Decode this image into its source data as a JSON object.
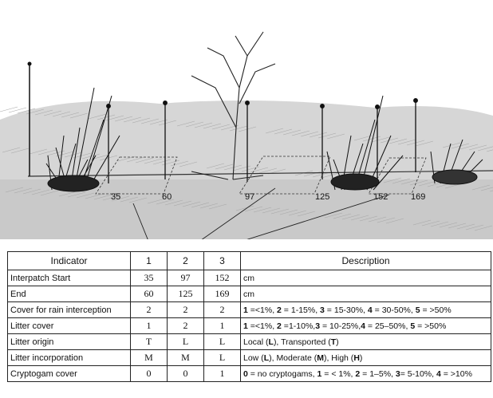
{
  "sketch": {
    "markers": [
      "35",
      "60",
      "97",
      "125",
      "152",
      "169"
    ]
  },
  "table": {
    "headers": [
      "Indicator",
      "1",
      "2",
      "3",
      "Description"
    ],
    "rows": [
      {
        "indicator": "Interpatch Start",
        "v1": "35",
        "v2": "97",
        "v3": "152",
        "desc_html": "cm"
      },
      {
        "indicator": "End",
        "v1": "60",
        "v2": "125",
        "v3": "169",
        "desc_html": "cm"
      },
      {
        "indicator": "Cover for rain interception",
        "v1": "2",
        "v2": "2",
        "v3": "2",
        "desc_html": "<b>1</b> =<1%, <b>2</b> = 1-15%, <b>3</b> = 15-30%, <b>4</b> = 30-50%, <b>5</b> = >50%"
      },
      {
        "indicator": "Litter cover",
        "v1": "1",
        "v2": "2",
        "v3": "1",
        "desc_html": "<b>1</b> =<1%, <b>2</b> =1-10%,<b>3</b> = 10-25%,<b>4</b> = 25–50%, <b>5</b> = >50%"
      },
      {
        "indicator": "Litter origin",
        "v1": "T",
        "v2": "L",
        "v3": "L",
        "desc_html": "Local (<b>L</b>), Transported (<b>T</b>)"
      },
      {
        "indicator": "Litter incorporation",
        "v1": "M",
        "v2": "M",
        "v3": "L",
        "desc_html": "Low (<b>L</b>), Moderate (<b>M</b>), High (<b>H</b>)"
      },
      {
        "indicator": "Cryptogam cover",
        "v1": "0",
        "v2": "0",
        "v3": "1",
        "desc_html": "<b>0</b> = no cryptogams, <b>1</b> = < 1%, <b>2</b> = 1–5%, <b>3</b>= 5-10%, <b>4</b> = >10%"
      }
    ]
  }
}
